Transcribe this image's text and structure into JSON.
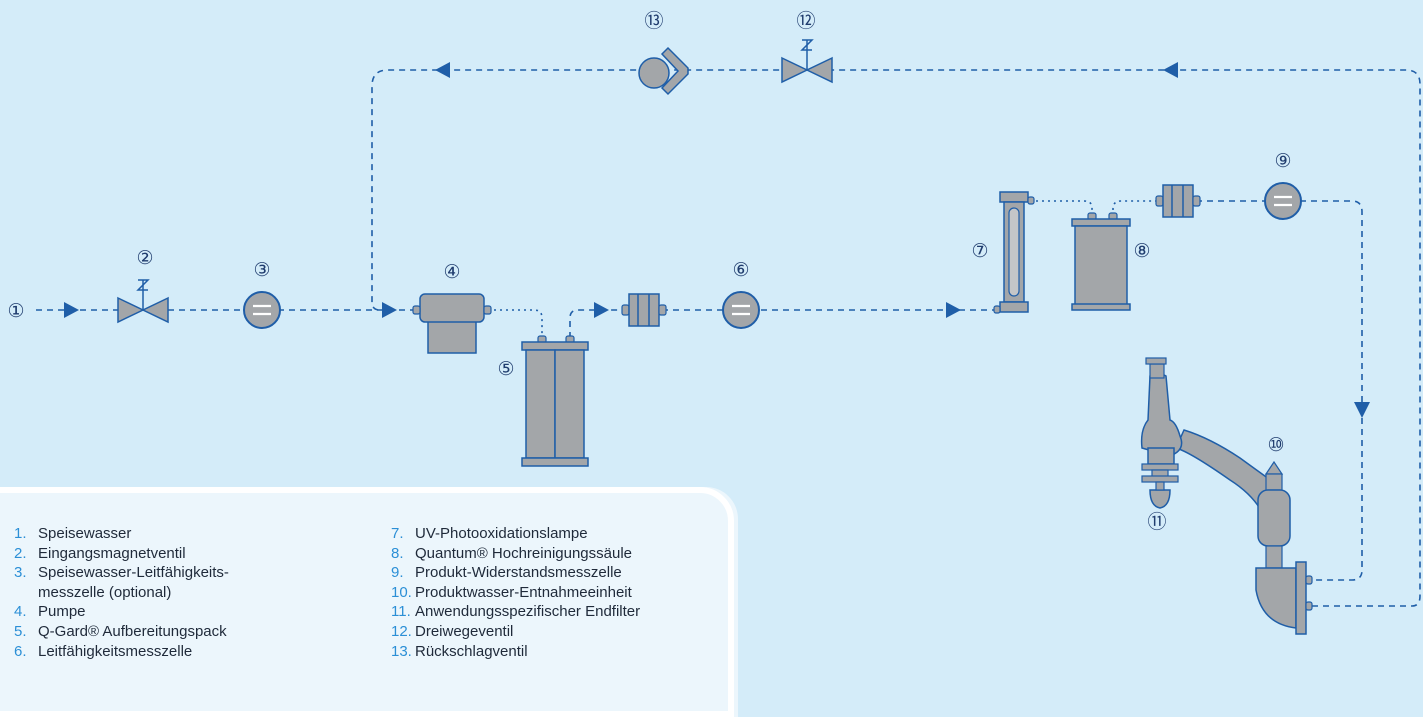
{
  "labels": {
    "n1": "①",
    "n2": "②",
    "n3": "③",
    "n4": "④",
    "n5": "⑤",
    "n6": "⑥",
    "n7": "⑦",
    "n8": "⑧",
    "n9": "⑨",
    "n10": "⑩",
    "n11": "⑪",
    "n12": "⑫",
    "n13": "⑬"
  },
  "legend": {
    "left": [
      {
        "num": "1.",
        "text": "Speisewasser"
      },
      {
        "num": "2.",
        "text": "Eingangsmagnetventil"
      },
      {
        "num": "3.",
        "text": "Speisewasser-Leitfähigkeits-",
        "cont": "messzelle (optional)"
      },
      {
        "num": "4.",
        "text": "Pumpe"
      },
      {
        "num": "5.",
        "text": "Q-Gard® Aufbereitungspack"
      },
      {
        "num": "6.",
        "text": "Leitfähigkeitsmesszelle"
      }
    ],
    "right": [
      {
        "num": "7.",
        "text": "UV-Photooxidationslampe"
      },
      {
        "num": "8.",
        "text": "Quantum® Hochreinigungssäule"
      },
      {
        "num": "9.",
        "text": "Produkt-Widerstandsmesszelle"
      },
      {
        "num": "10.",
        "text": "Produktwasser-Entnahmeeinheit"
      },
      {
        "num": "11.",
        "text": "Anwendungsspezifischer Endfilter"
      },
      {
        "num": "12.",
        "text": "Dreiwegeventil"
      },
      {
        "num": "13.",
        "text": "Rückschlagventil"
      }
    ]
  },
  "colors": {
    "pipe": "#1f5ea8",
    "component_fill": "#a3a6a9",
    "component_stroke": "#1f5ea8",
    "arrow": "#1f5ea8",
    "legend_number": "#2b8fd6",
    "background": "#d4ecf9"
  }
}
